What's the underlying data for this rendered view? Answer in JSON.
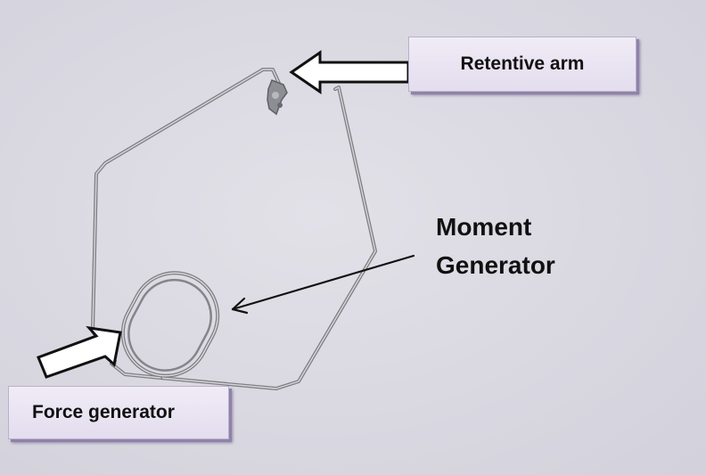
{
  "labels": {
    "retentive_arm": "Retentive arm",
    "moment_generator_line1": "Moment",
    "moment_generator_line2": "Generator",
    "force_generator": "Force generator"
  },
  "colors": {
    "background": "#dcdbe3",
    "wire": "#8a8a8e",
    "label_box_fill": "#ebe6f3",
    "label_box_shadow": "#8f82aa",
    "text": "#111111"
  }
}
